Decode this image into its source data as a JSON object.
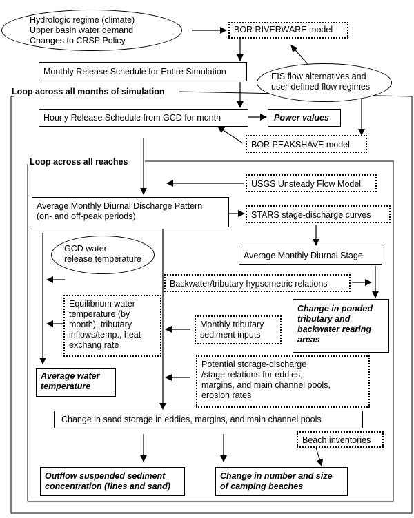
{
  "nodes": {
    "climate": {
      "line1": "Hydrologic regime (climate)",
      "line2": "Upper basin water demand",
      "line3": "Changes to CRSP Policy"
    },
    "riverware": "BOR RIVERWARE model",
    "monthly_release": "Monthly Release Schedule for Entire Simulation",
    "eis": {
      "line1": "EIS flow alternatives and",
      "line2": "user-defined flow regimes"
    },
    "hourly_release": "Hourly Release Schedule from GCD for month",
    "power_values": "Power values",
    "peakshave": "BOR PEAKSHAVE model",
    "usgs": "USGS Unsteady Flow Model",
    "diurnal_pattern": {
      "line1": "Average Monthly Diurnal Discharge Pattern",
      "line2": "(on- and off-peak periods)"
    },
    "stars": "STARS stage-discharge curves",
    "gcd_temp": {
      "line1": "GCD water",
      "line2": "release temperature"
    },
    "diurnal_stage": "Average Monthly Diurnal Stage",
    "backwater_hyps": "Backwater/tributary hypsometric relations",
    "equilibrium": {
      "line1": "Equilibrium water",
      "line2": "temperature (by",
      "line3": "month), tributary",
      "line4": "inflows/temp., heat",
      "line5": "exchang rate"
    },
    "trib_sediment": {
      "line1": "Monthly tributary",
      "line2": "sediment inputs"
    },
    "ponded": {
      "line1": "Change in ponded",
      "line2": "tributary  and",
      "line3": "backwater rearing",
      "line4": "areas"
    },
    "avg_temp": {
      "line1": "Average water",
      "line2": "temperature"
    },
    "storage_discharge": {
      "line1": "Potential storage-discharge",
      "line2": "/stage relations for eddies,",
      "line3": "margins, and main channel pools,",
      "line4": "erosion rates"
    },
    "sand_storage": "Change in sand storage in eddies, margins, and main channel pools",
    "beach_inv": "Beach inventories",
    "outflow": {
      "line1": "Outflow suspended sediment",
      "line2": "concentration (fines and sand)"
    },
    "camping": {
      "line1": "Change  in number and size",
      "line2": "of camping beaches"
    }
  },
  "loops": {
    "months": "Loop across all months of simulation",
    "reaches": "Loop across all reaches"
  }
}
